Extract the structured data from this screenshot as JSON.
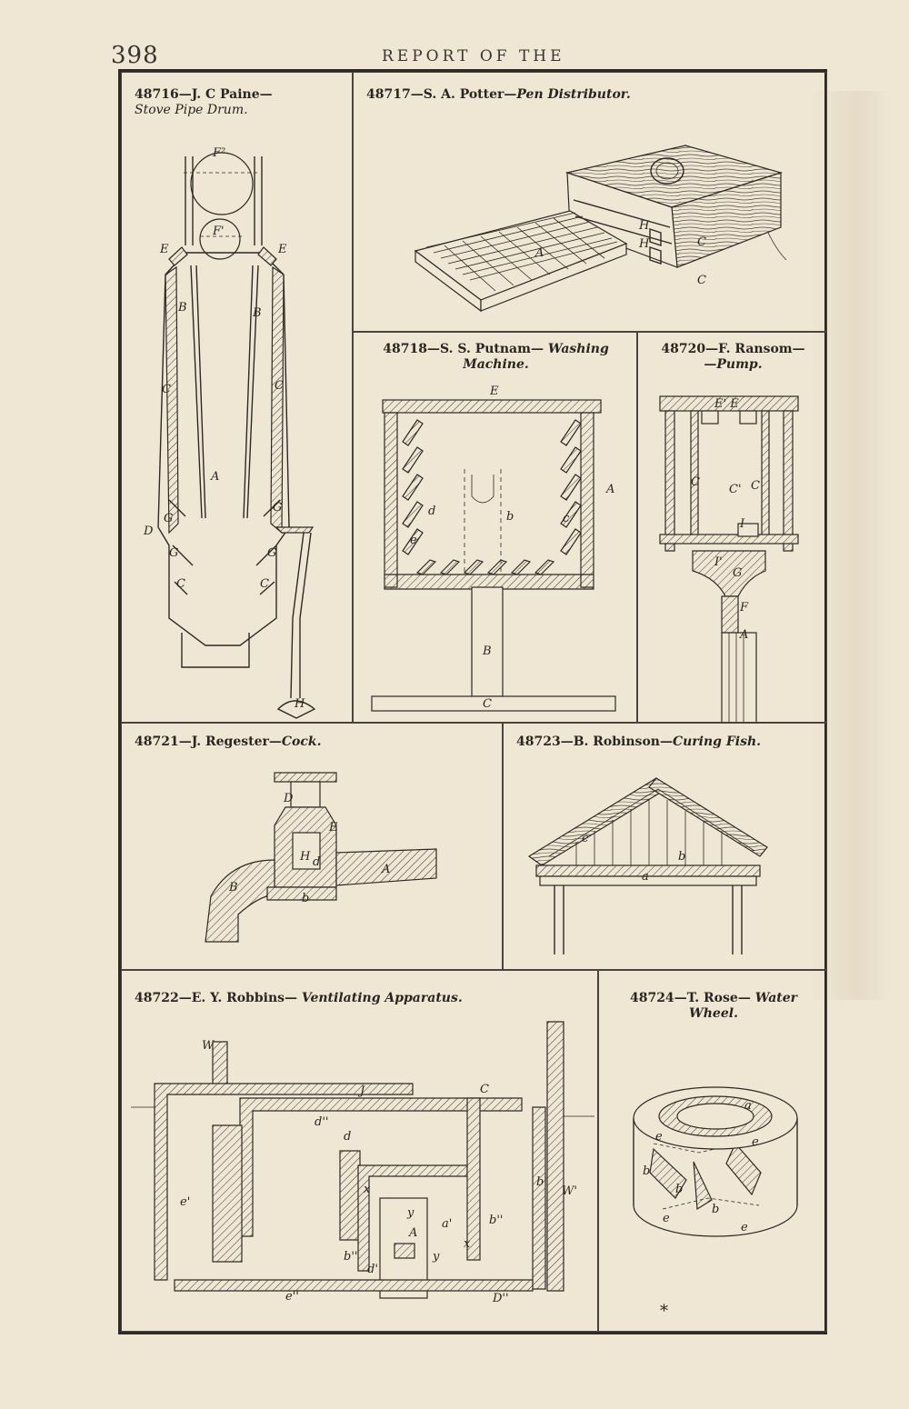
{
  "header": {
    "page_number": "398",
    "running_head": "REPORT OF THE"
  },
  "plates": {
    "p48716": {
      "number": "48716",
      "author": "J. C Paine",
      "title": "Stove Pipe Drum."
    },
    "p48717": {
      "number": "48717",
      "author": "S. A. Potter",
      "title": "Pen Distributor."
    },
    "p48718": {
      "number": "48718",
      "author": "S. S. Putnam",
      "title": "Washing Machine."
    },
    "p48720": {
      "number": "48720",
      "author": "F. Ransom",
      "title": "Pump."
    },
    "p48721": {
      "number": "48721",
      "author": "J. Regester",
      "title": "Cock."
    },
    "p48723": {
      "number": "48723",
      "author": "B. Robinson",
      "title": "Curing Fish."
    },
    "p48722": {
      "number": "48722",
      "author": "E. Y. Robbins",
      "title": "Ventilating Apparatus."
    },
    "p48724": {
      "number": "48724",
      "author": "T. Rose",
      "title": "Water Wheel."
    }
  },
  "labels": {
    "stove": [
      "F²",
      "F'",
      "E",
      "E",
      "B",
      "B",
      "C",
      "C",
      "A",
      "G",
      "G",
      "D",
      "G",
      "G",
      "C",
      "C",
      "H"
    ],
    "pen": [
      "A",
      "H",
      "H",
      "C",
      "C"
    ],
    "washer": [
      "E",
      "A",
      "d",
      "b",
      "e",
      "c",
      "B",
      "C"
    ],
    "pump": [
      "E' E",
      "C",
      "C'",
      "C",
      "I",
      "I'",
      "G",
      "F",
      "A"
    ],
    "cock": [
      "D",
      "E",
      "H",
      "d",
      "A",
      "B",
      "b"
    ],
    "fish": [
      "c",
      "b",
      "a"
    ],
    "vent": [
      "W",
      "J",
      "C",
      "d''",
      "d",
      "e'",
      "b'",
      "W'",
      "y",
      "A",
      "a'",
      "b''",
      "x",
      "b''",
      "y",
      "x",
      "d'",
      "e''",
      "D''"
    ],
    "wheel": [
      "a",
      "e",
      "e",
      "b",
      "b",
      "b",
      "e",
      "e"
    ]
  },
  "marks": {
    "star": "*"
  }
}
